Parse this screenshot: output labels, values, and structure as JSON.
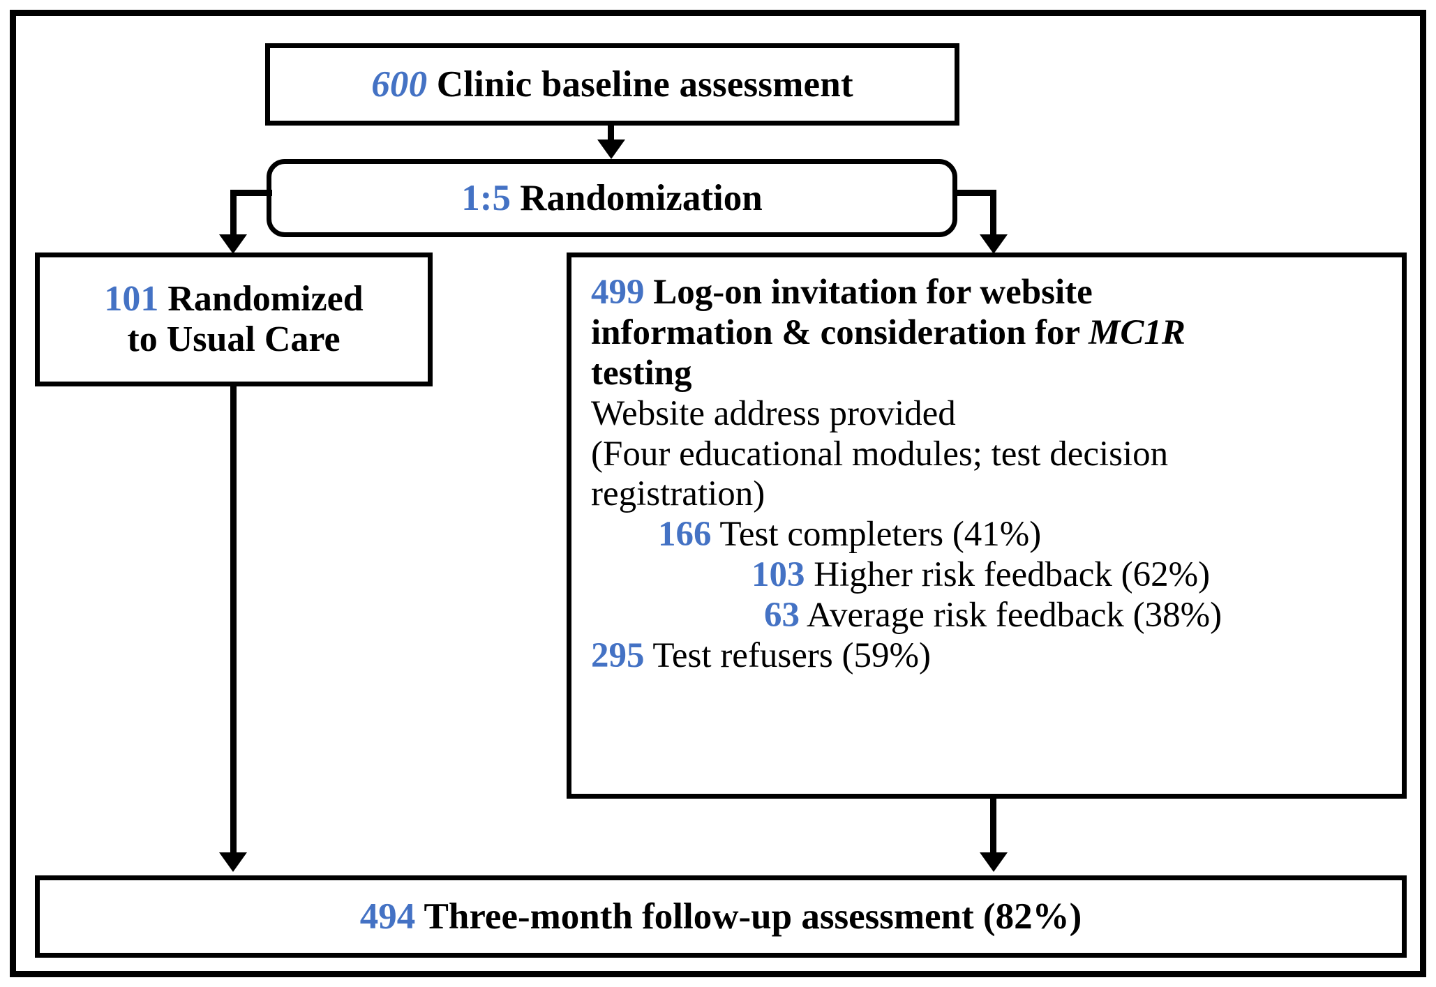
{
  "diagram": {
    "title": "CONSORT-style participant flow diagram",
    "accent_color": "#4472C4",
    "line_color": "#000000",
    "background_color": "#FFFFFF",
    "boxes": {
      "baseline": {
        "name": "clinic-baseline-assessment",
        "number": "600",
        "text": " Clinic baseline assessment"
      },
      "randomization": {
        "name": "randomization",
        "ratio": "1:5",
        "text": " Randomization"
      },
      "usual_care": {
        "name": "randomized-to-usual-care",
        "number": "101",
        "line1": " Randomized",
        "line2": "to Usual Care"
      },
      "logon": {
        "name": "log-on-invitation",
        "number": "499",
        "header_a": " Log-on invitation for website",
        "header_b": "information & consideration for ",
        "header_gene": "MC1R",
        "header_c": "testing",
        "detail1": "Website address provided",
        "detail2": "(Four educational modules; test decision",
        "detail3": "registration)",
        "completers_num": "166",
        "completers_text": " Test completers (41%)",
        "higher_num": "103",
        "higher_text": " Higher risk feedback (62%)",
        "average_num": "63",
        "average_text": " Average risk feedback (38%)",
        "refusers_num": "295",
        "refusers_text": " Test refusers (59%)"
      },
      "followup": {
        "name": "three-month-follow-up",
        "number": "494",
        "text": " Three-month follow-up assessment (82%)"
      }
    },
    "connectors": [
      {
        "name": "baseline-to-randomization",
        "from": "baseline",
        "to": "randomization"
      },
      {
        "name": "randomization-to-usual-care",
        "from": "randomization",
        "to": "usual_care"
      },
      {
        "name": "randomization-to-logon",
        "from": "randomization",
        "to": "logon"
      },
      {
        "name": "usual-care-to-followup",
        "from": "usual_care",
        "to": "followup"
      },
      {
        "name": "logon-to-followup",
        "from": "logon",
        "to": "followup"
      }
    ]
  }
}
